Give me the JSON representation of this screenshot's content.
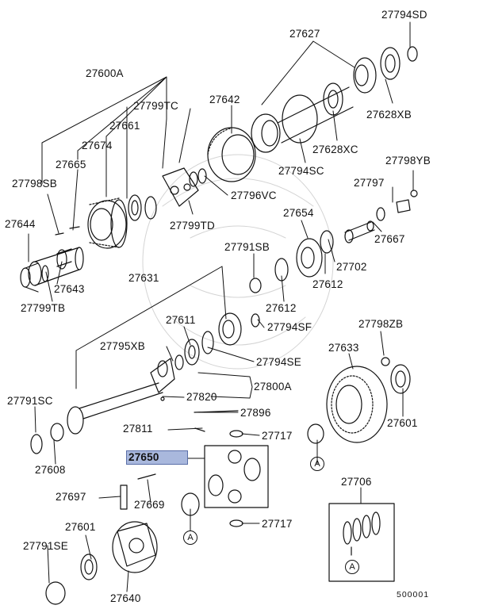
{
  "labels": {
    "p27794SD": "27794SD",
    "p27627": "27627",
    "p27600A": "27600A",
    "p27799TC": "27799TC",
    "p27642": "27642",
    "p27661": "27661",
    "p27628XB": "27628XB",
    "p27674": "27674",
    "p27628XC": "27628XC",
    "p27665": "27665",
    "p27794SC": "27794SC",
    "p27798YB": "27798YB",
    "p27798SB": "27798SB",
    "p27796VC": "27796VC",
    "p27797": "27797",
    "p27654": "27654",
    "p27644": "27644",
    "p27799TD": "27799TD",
    "p27667": "27667",
    "p27791SB": "27791SB",
    "p27702": "27702",
    "p27643": "27643",
    "p27631": "27631",
    "p27612a": "27612",
    "p27799TB": "27799TB",
    "p27612b": "27612",
    "p27611": "27611",
    "p27794SF": "27794SF",
    "p27798ZB": "27798ZB",
    "p27795XB": "27795XB",
    "p27633": "27633",
    "p27794SE": "27794SE",
    "p27800A": "27800A",
    "p27791SC": "27791SC",
    "p27820": "27820",
    "p27601a": "27601",
    "p27896": "27896",
    "p27811": "27811",
    "p27717a": "27717",
    "p27608": "27608",
    "p27650": "27650",
    "p27706": "27706",
    "p27697": "27697",
    "p27669": "27669",
    "p27601b": "27601",
    "p27717b": "27717",
    "p27791SE": "27791SE",
    "p27640": "27640"
  },
  "markers": {
    "a1": "A",
    "a2": "A",
    "a3": "A"
  },
  "diagram_code": "500001",
  "highlight_color": "#a9b8dd"
}
